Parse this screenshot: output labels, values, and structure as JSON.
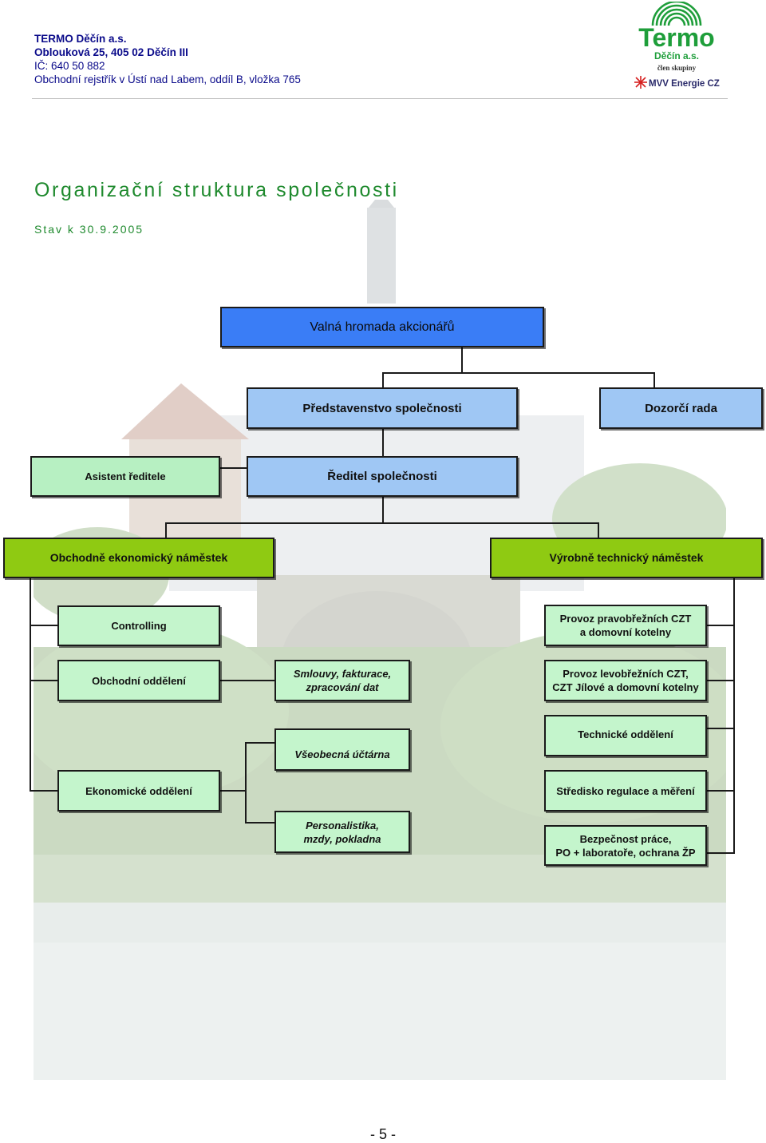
{
  "header": {
    "company": "TERMO Děčín a.s.",
    "address": "Oblouková 25, 405 02  Děčín III",
    "ic": "IČ: 640 50 882",
    "registry": "Obchodní rejstřík v Ústí nad Labem, oddíl B, vložka 765"
  },
  "logo": {
    "word": "Termo",
    "subword": "Děčín a.s.",
    "member": "člen skupiny",
    "group": "MVV Energie CZ"
  },
  "title": "Organizační struktura společnosti",
  "subtitle": "Stav k 30.9.2005",
  "org": {
    "valna": "Valná hromada akcionářů",
    "predstavenstvo": "Představenstvo společnosti",
    "dozorci": "Dozorčí rada",
    "asistent": "Asistent ředitele",
    "reditel": "Ředitel společnosti",
    "obchodne": "Obchodně ekonomický náměstek",
    "vyrobne": "Výrobně technický náměstek",
    "controlling": "Controlling",
    "obchodni": "Obchodní oddělení",
    "smlouvy_l1": "Smlouvy, fakturace,",
    "smlouvy_l2": "zpracování dat",
    "ucetarna": "Všeobecná účtárna",
    "ekonomicke": "Ekonomické oddělení",
    "personal_l1": "Personalistika,",
    "personal_l2": "mzdy, pokladna",
    "provoz_pravo_l1": "Provoz pravobřežních CZT",
    "provoz_pravo_l2": "a domovní kotelny",
    "provoz_levo_l1": "Provoz levobřežních CZT,",
    "provoz_levo_l2": "CZT Jílové a domovní kotelny",
    "technicke": "Technické oddělení",
    "stredisko": "Středisko regulace a měření",
    "bozp_l1": "Bezpečnost práce,",
    "bozp_l2": "PO + laboratoře, ochrana ŽP"
  },
  "page_number": "- 5 -",
  "colors": {
    "level0": "#3a7df6",
    "level1": "#9fc7f4",
    "level2": "#b7f0c2",
    "level3": "#8fca12",
    "title": "#1f8a2e",
    "logo_green": "#1e9e3a"
  }
}
